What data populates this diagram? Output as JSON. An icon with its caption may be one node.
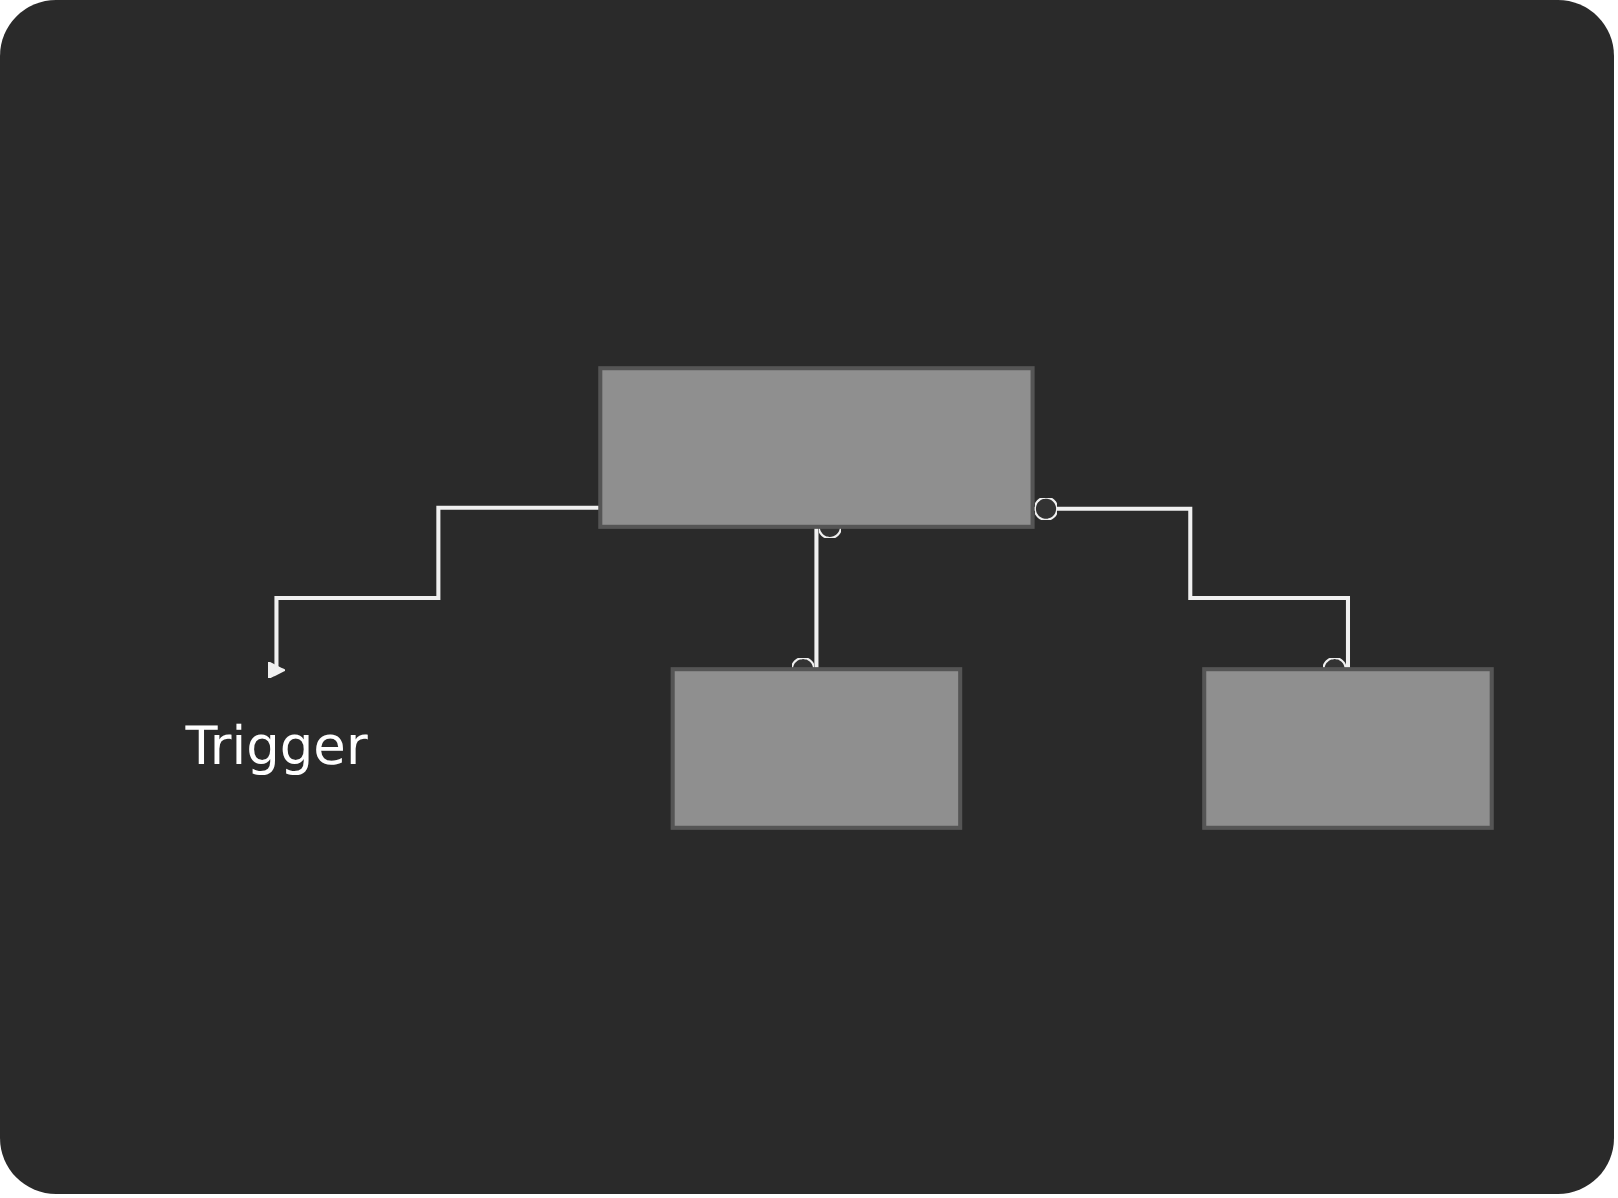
{
  "diagram": {
    "nodes": [
      {
        "text": [
          "Trigger"
        ]
      },
      {
        "text": [],
        "shape": "box"
      },
      {
        "text": [],
        "shape": "box"
      },
      {
        "text": [],
        "shape": "box"
      }
    ],
    "edges": [
      {
        "from": 1,
        "to": 0,
        "arrow": "to"
      },
      {
        "from": 1,
        "to": 2,
        "arrow": "other"
      },
      {
        "from": 1,
        "to": 3,
        "arrow": "other"
      }
    ]
  }
}
